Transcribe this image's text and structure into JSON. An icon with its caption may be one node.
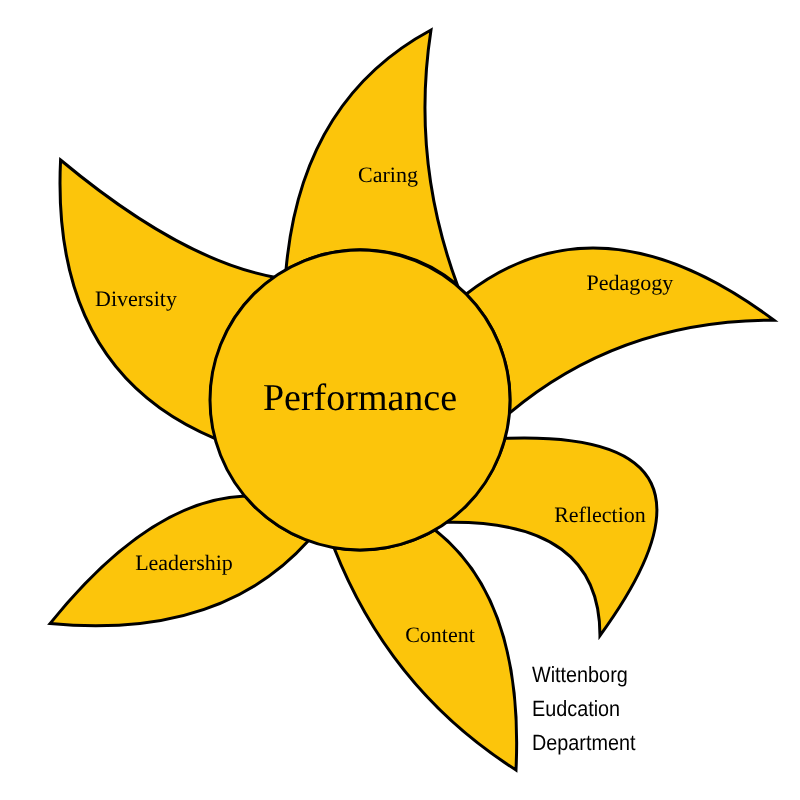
{
  "diagram": {
    "nodes": [
      {
        "text": [
          "Performance"
        ]
      },
      {
        "text": [
          "Caring"
        ]
      },
      {
        "text": [
          "Pedagogy"
        ]
      },
      {
        "text": [
          "Reflection"
        ]
      },
      {
        "text": [
          "Content"
        ]
      },
      {
        "text": [
          "Leadership"
        ]
      },
      {
        "text": [
          "Diversity"
        ]
      }
    ],
    "labels": [
      "Wittenborg Eudcation Department"
    ]
  }
}
